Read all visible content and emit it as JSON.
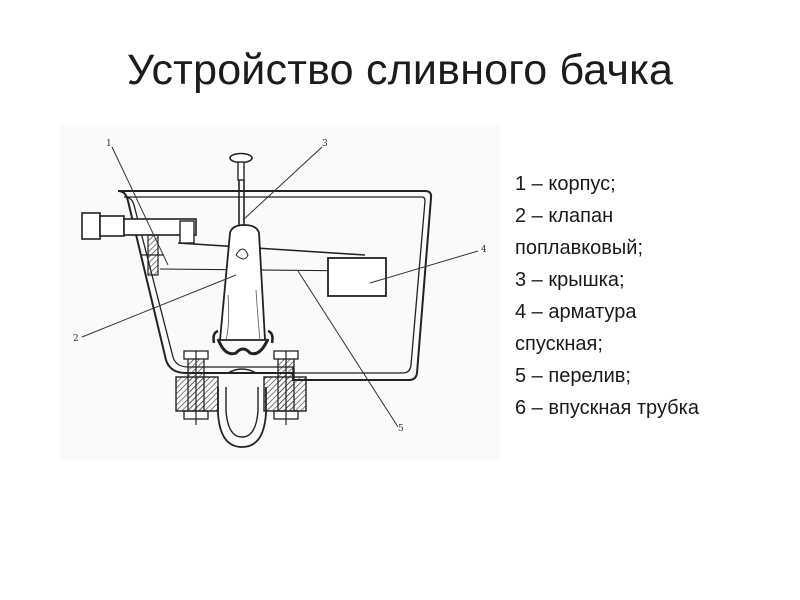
{
  "title": "Устройство сливного бачка",
  "diagram": {
    "labels": [
      "1",
      "2",
      "3",
      "4",
      "5"
    ]
  },
  "legend": [
    "1 – корпус;",
    "2 – клапан\nпоплавковый;",
    "3 – крышка;",
    "4 – арматура\nспускная;",
    "5 – перелив;",
    "6 – впускная трубка"
  ],
  "colors": {
    "background": "#ffffff",
    "line": "#222222",
    "text": "#1a1a1a"
  }
}
